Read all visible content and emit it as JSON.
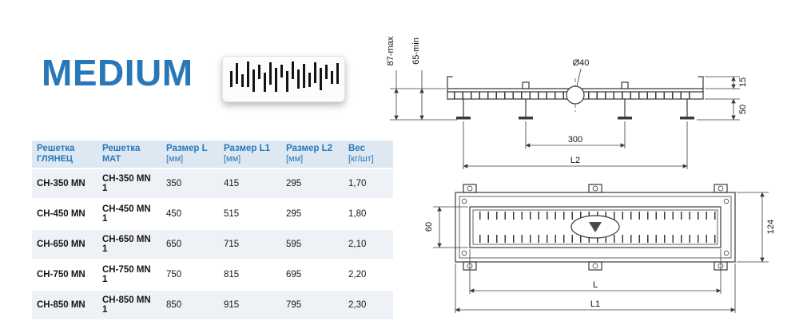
{
  "page": {
    "title": "MEDIUM"
  },
  "colors": {
    "accent_blue": "#2878b9",
    "table_header_bg": "#dde8f2",
    "row_alt_bg": "#eef2f6",
    "drawing_line": "#3a3a3a"
  },
  "table": {
    "headers": [
      {
        "line1": "Решетка",
        "line2": "ГЛЯНЕЦ"
      },
      {
        "line1": "Решетка",
        "line2": "МАТ"
      },
      {
        "line1": "Размер L",
        "line2": "[мм]"
      },
      {
        "line1": "Размер L1",
        "line2": "[мм]"
      },
      {
        "line1": "Размер L2",
        "line2": "[мм]"
      },
      {
        "line1": "Вес",
        "line2": "[кг/шт]"
      }
    ],
    "rows": [
      [
        "CH-350 MN",
        "CH-350 MN 1",
        "350",
        "415",
        "295",
        "1,70"
      ],
      [
        "CH-450 MN",
        "CH-450 MN 1",
        "450",
        "515",
        "295",
        "1,80"
      ],
      [
        "CH-650 MN",
        "CH-650 MN 1",
        "650",
        "715",
        "595",
        "2,10"
      ],
      [
        "CH-750 MN",
        "CH-750 MN 1",
        "750",
        "815",
        "695",
        "2,20"
      ],
      [
        "CH-850 MN",
        "CH-850 MN 1",
        "850",
        "915",
        "795",
        "2,30"
      ]
    ]
  },
  "side_view": {
    "dim_height_max": "87-max",
    "dim_height_min": "65-min",
    "dim_diameter": "Ø40",
    "dim_edge": "15",
    "dim_leg": "50",
    "dim_center": "300",
    "dim_length_l2": "L2"
  },
  "top_view": {
    "dim_width_inner": "60",
    "dim_width_outer": "124",
    "dim_length_l": "L",
    "dim_length_l1": "L1"
  }
}
